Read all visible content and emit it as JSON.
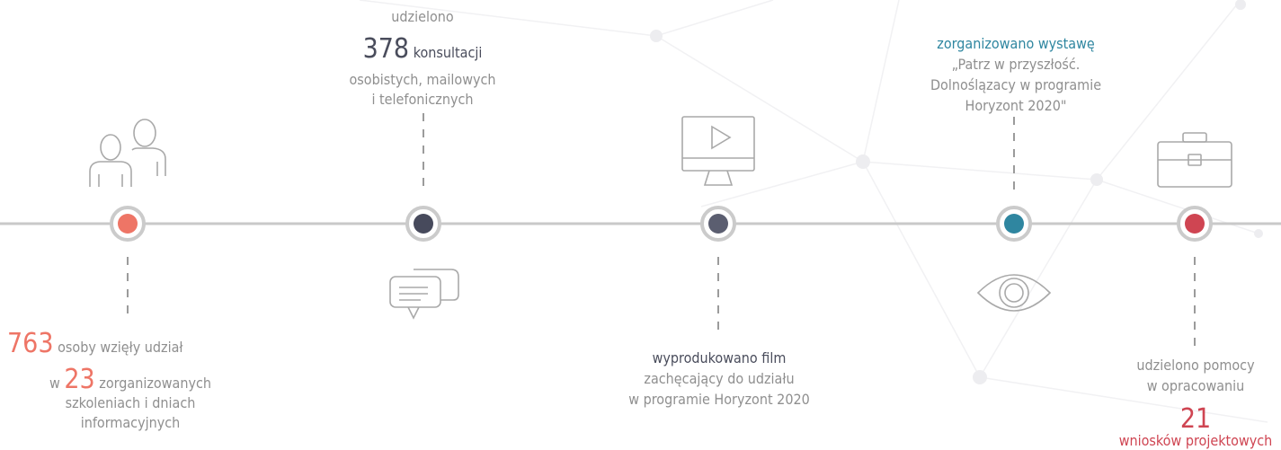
{
  "colors": {
    "line": "#c9c9c9",
    "ring": "#cbcbcb",
    "icon_stroke": "#a9a9a9",
    "salmon": "#ee7566",
    "navy": "#474a5c",
    "slate": "#5b5e70",
    "teal": "#2f86a0",
    "red": "#cf4552",
    "dash": "#9b9b9b"
  },
  "milestones": [
    {
      "id": "training",
      "dot_color": "salmon",
      "icon": "people-icon",
      "text": {
        "count_people": "763",
        "people_label": "osoby wzięły udział",
        "prefix": "w",
        "count_events": "23",
        "events_label": "zorganizowanych",
        "line2": "szkoleniach i dniach",
        "line3": "informacyjnych"
      }
    },
    {
      "id": "consultations",
      "dot_color": "navy",
      "icon": "chat-bubbles-icon",
      "text": {
        "intro": "udzielono",
        "count": "378",
        "label": "konsultacji",
        "line2": "osobistych, mailowych",
        "line3": "i telefonicznych"
      }
    },
    {
      "id": "film",
      "dot_color": "slate",
      "icon": "monitor-play-icon",
      "text": {
        "headline": "wyprodukowano film",
        "line2": "zachęcający do udziału",
        "line3": "w programie Horyzont 2020"
      }
    },
    {
      "id": "exhibition",
      "dot_color": "teal",
      "icon": "eye-icon",
      "text": {
        "headline": "zorganizowano wystawę",
        "line2": "„Patrz w przyszłość.",
        "line3": "Dolnoślązacy w programie",
        "line4": "Horyzont 2020\""
      }
    },
    {
      "id": "applications",
      "dot_color": "red",
      "icon": "briefcase-icon",
      "text": {
        "line1": "udzielono pomocy",
        "line2": "w opracowaniu",
        "count": "21",
        "label": "wniosków projektowych"
      }
    }
  ]
}
